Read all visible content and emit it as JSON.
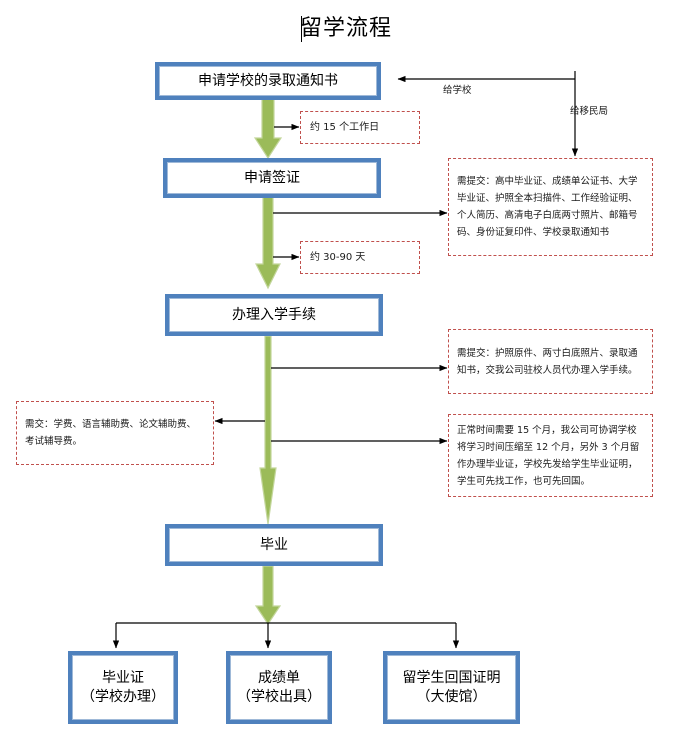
{
  "title": "留学流程",
  "flow": {
    "steps": [
      {
        "id": "step-offer",
        "label": "申请学校的录取通知书"
      },
      {
        "id": "step-visa",
        "label": "申请签证"
      },
      {
        "id": "step-enrollment",
        "label": "办理入学手续"
      },
      {
        "id": "step-graduate",
        "label": "毕业"
      }
    ],
    "outcomes": [
      {
        "id": "outcome-diploma",
        "label": "毕业证\n（学校办理）"
      },
      {
        "id": "outcome-transcript",
        "label": "成绩单\n（学校出具）"
      },
      {
        "id": "outcome-certificate",
        "label": "留学生回国证明\n（大使馆）"
      }
    ]
  },
  "notes": {
    "duration_offer": "约 15 个工作日",
    "duration_visa": "约 30-90 天",
    "visa_documents": "需提交：高中毕业证、成绩单公证书、大学毕业证、护照全本扫描件、工作经验证明、个人简历、高清电子白底两寸照片、邮箱号码、身份证复印件、学校录取通知书",
    "enrollment_documents": "需提交：护照原件、两寸白底照片、录取通知书，交我公司驻校人员代办理入学手续。",
    "fees": "需交：学费、语言辅助费、论文辅助费、考试辅导费。",
    "study_duration": "正常时间需要 15 个月，我公司可协调学校将学习时间压缩至 12 个月，另外 3 个月留作办理毕业证，学校先发给学生毕业证明，学生可先找工作，也可先回国。"
  },
  "edge_labels": {
    "to_school": "给学校",
    "to_immigration": "给移民局"
  },
  "colors": {
    "box_border": "#4F81BD",
    "arrow_green": "#9BBB59",
    "note_border": "#C0504D",
    "connector_black": "#000000"
  }
}
